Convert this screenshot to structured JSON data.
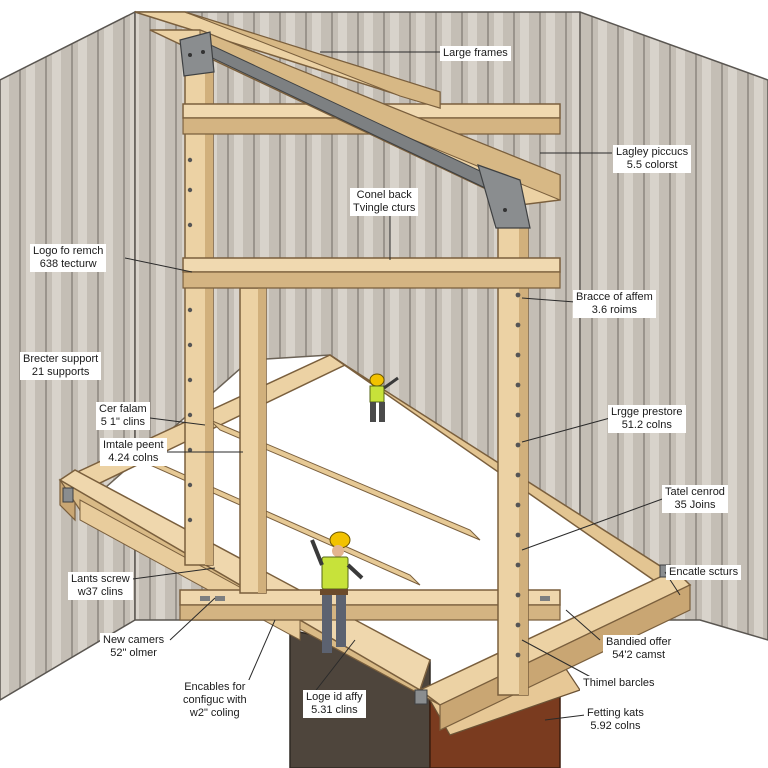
{
  "colors": {
    "wood": "#ecd2a4",
    "wood_shade": "#d4b482",
    "wood_dark": "#b99362",
    "wall": "#b7b1a8",
    "wall_light": "#d9d5ce",
    "floor": "#ffffff",
    "steel": "#6e7173",
    "hard_hat": "#f2c200",
    "vest": "#c7e23a"
  },
  "labels": {
    "large_frames": {
      "l1": "Large frames"
    },
    "lagley": {
      "l1": "Lagley piccucs",
      "l2": "5.5 colorst"
    },
    "conel": {
      "l1": "Conel back",
      "l2": "Tvingle cturs"
    },
    "logo_remch": {
      "l1": "Logo fo remch",
      "l2": "638 tecturw"
    },
    "bracce": {
      "l1": "Bracce of affem",
      "l2": "3.6 roims"
    },
    "brecter": {
      "l1": "Brecter support",
      "l2": "21 supports"
    },
    "cer_falam": {
      "l1": "Cer falam",
      "l2": "5 1\" clins"
    },
    "imtale": {
      "l1": "Imtale peent",
      "l2": "4.24 colns"
    },
    "lrgge": {
      "l1": "Lrgge prestore",
      "l2": "51.2 colns"
    },
    "tatel": {
      "l1": "Tatel cenrod",
      "l2": "35 Joins"
    },
    "encatle": {
      "l1": "Encatle scturs"
    },
    "lants": {
      "l1": "Lants screw",
      "l2": "w37 clins"
    },
    "new_camers": {
      "l1": "New camers",
      "l2": "52\" olmer"
    },
    "bandied": {
      "l1": "Bandied offer",
      "l2": "54'2 camst"
    },
    "thimel": {
      "l1": "Thimel barcles"
    },
    "encables": {
      "l1": "Encables for",
      "l2": "configuc with",
      "l3": "w2\" coling"
    },
    "loge": {
      "l1": "Loge id affy",
      "l2": "5.31 clins"
    },
    "fetting": {
      "l1": "Fetting kats",
      "l2": "5.92 colns"
    }
  }
}
